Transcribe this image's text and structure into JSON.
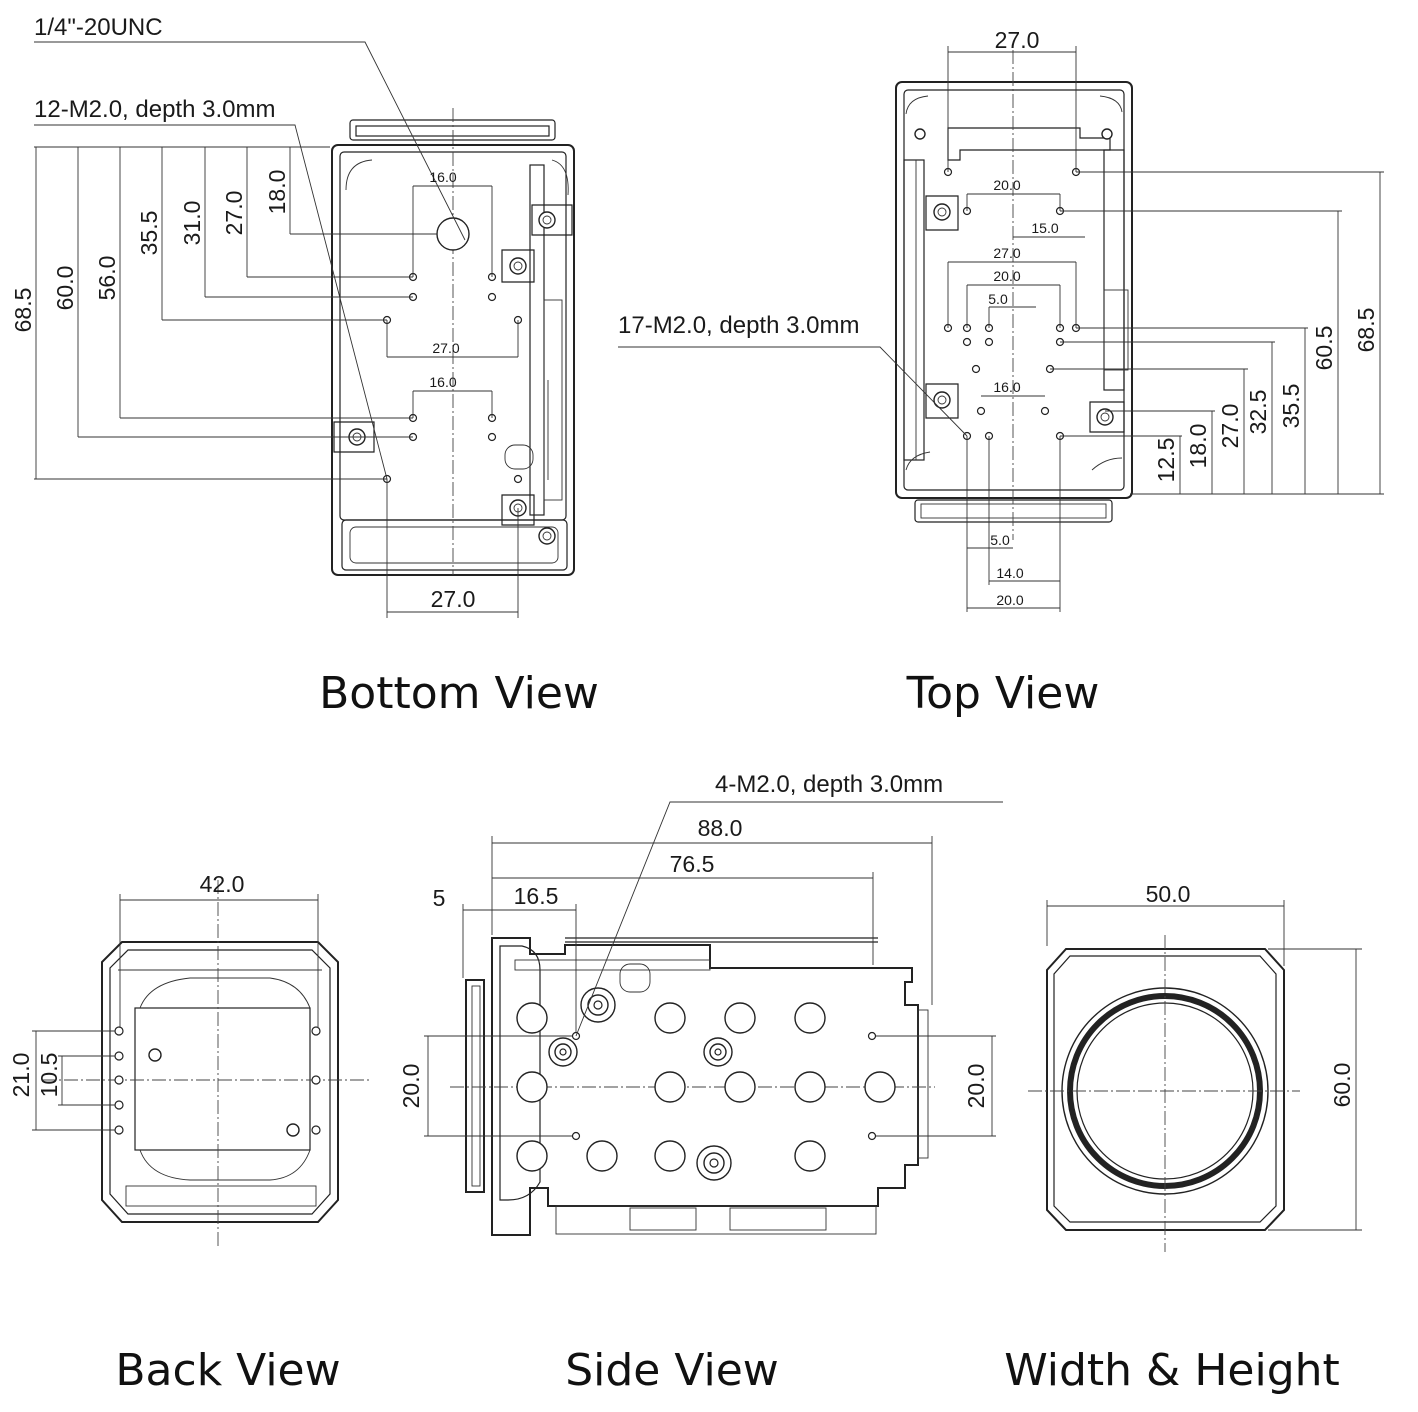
{
  "views": {
    "bottom": {
      "title": "Bottom View",
      "notes": {
        "thread": "1/4\"-20UNC",
        "holes": "12-M2.0, depth 3.0mm"
      },
      "dims": {
        "d685": "68.5",
        "d600": "60.0",
        "d560": "56.0",
        "d355": "35.5",
        "d310": "31.0",
        "d270": "27.0",
        "d180": "18.0",
        "w160a": "16.0",
        "w270mid": "27.0",
        "w160b": "16.0",
        "w270bot": "27.0"
      }
    },
    "top": {
      "title": "Top View",
      "notes": {
        "holes": "17-M2.0, depth 3.0mm"
      },
      "dims": {
        "w270top": "27.0",
        "w200a": "20.0",
        "w150": "15.0",
        "w270b": "27.0",
        "w200b": "20.0",
        "w50a": "5.0",
        "w160": "16.0",
        "w50b": "5.0",
        "w140": "14.0",
        "w200c": "20.0",
        "d685": "68.5",
        "d605": "60.5",
        "d355": "35.5",
        "d325": "32.5",
        "d270": "27.0",
        "d180": "18.0",
        "d125": "12.5"
      }
    },
    "back": {
      "title": "Back View",
      "dims": {
        "w420": "42.0",
        "d210": "21.0",
        "d105": "10.5"
      }
    },
    "side": {
      "title": "Side View",
      "notes": {
        "holes": "4-M2.0, depth 3.0mm"
      },
      "dims": {
        "w880": "88.0",
        "w765": "76.5",
        "w5": "5",
        "w165": "16.5",
        "dLeft": "20.0",
        "dRight": "20.0"
      }
    },
    "wh": {
      "title": "Width & Height",
      "dims": {
        "w500": "50.0",
        "h600": "60.0"
      }
    }
  }
}
